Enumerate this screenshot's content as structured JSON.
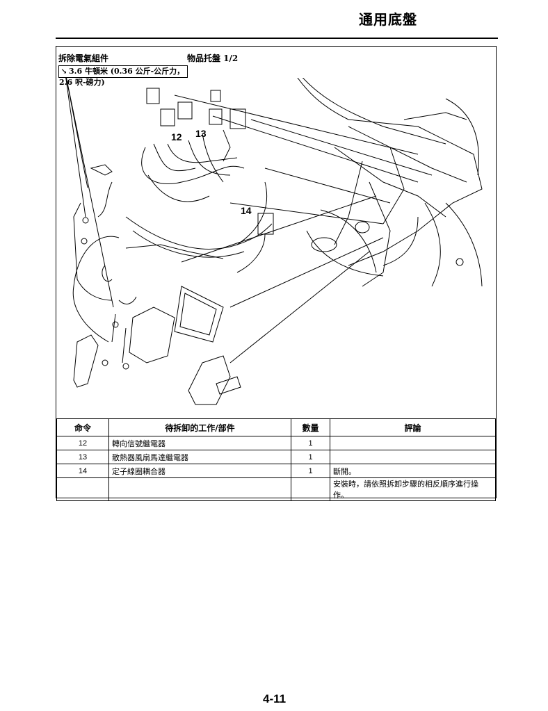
{
  "header": {
    "title": "通用底盤"
  },
  "section": {
    "title": "拆除電氣組件",
    "tray_label": "物品托盤 1/2",
    "torque_value": "3.6 牛頓米 (0.36 公斤-公斤力，2.6 呎-磅力)",
    "torque_icon": "torque-wrench-icon"
  },
  "diagram": {
    "callouts": [
      "12",
      "13",
      "14"
    ]
  },
  "table": {
    "headers": [
      "命令",
      "待拆卸的工作/部件",
      "數量",
      "評論"
    ],
    "rows": [
      {
        "order": "12",
        "part": "轉向信號繼電器",
        "qty": "1",
        "remark": ""
      },
      {
        "order": "13",
        "part": "散熱器風扇馬達繼電器",
        "qty": "1",
        "remark": ""
      },
      {
        "order": "14",
        "part": "定子線圈耦合器",
        "qty": "1",
        "remark": "斷開。"
      },
      {
        "order": "",
        "part": "",
        "qty": "",
        "remark": "安裝時，請依照拆卸步驟的相反順序進行操作。"
      }
    ]
  },
  "footer": {
    "page_number": "4-11"
  }
}
